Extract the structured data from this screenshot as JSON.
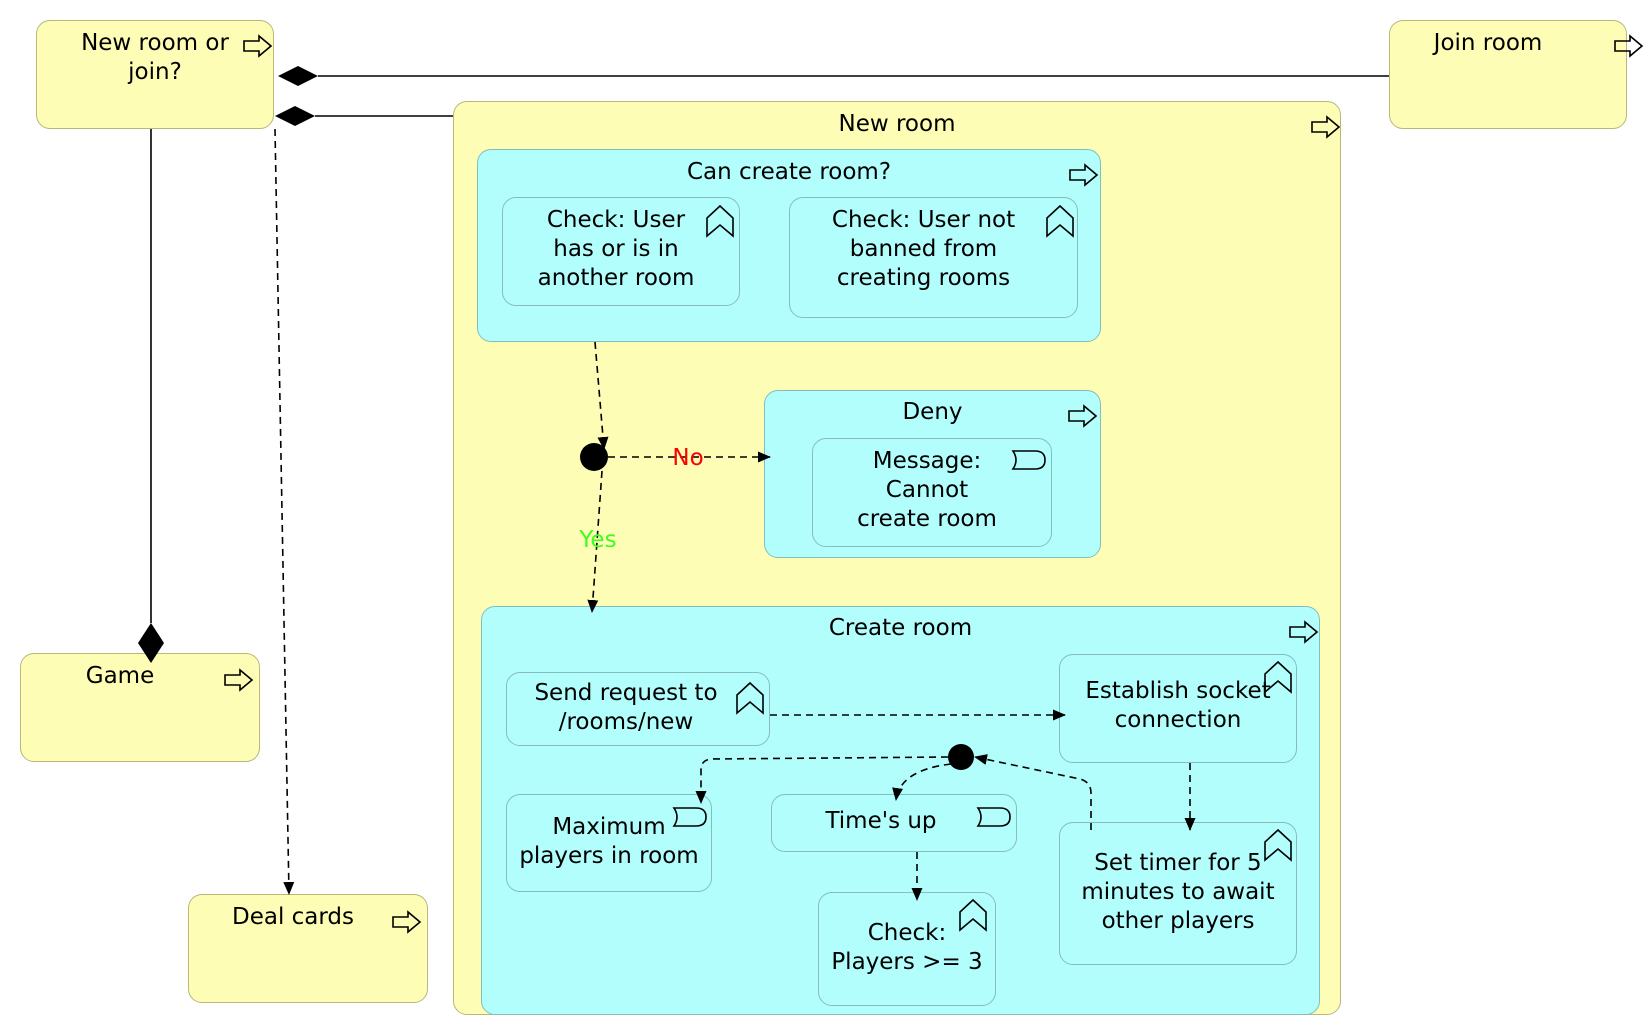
{
  "colors": {
    "function_fill": "#fdfdb6",
    "process_fill": "#b2fefd",
    "no_label": "#ff0000",
    "yes_label": "#3cff1e"
  },
  "nodes": {
    "new_room_or_join": {
      "label": "New room or\njoin?",
      "icon": "process-arrow-icon"
    },
    "join_room": {
      "label": "Join room",
      "icon": "process-arrow-icon"
    },
    "new_room": {
      "label": "New room",
      "icon": "process-arrow-icon"
    },
    "can_create_room": {
      "label": "Can create room?",
      "icon": "process-arrow-icon"
    },
    "check_user_room": {
      "label": "Check: User\nhas or is in\nanother room",
      "icon": "function-chevron-icon"
    },
    "check_user_banned": {
      "label": "Check: User not\nbanned from\ncreating rooms",
      "icon": "function-chevron-icon"
    },
    "deny": {
      "label": "Deny",
      "icon": "process-arrow-icon"
    },
    "message_cannot_create": {
      "label": "Message:\nCannot\ncreate room",
      "icon": "event-icon"
    },
    "create_room": {
      "label": "Create room",
      "icon": "process-arrow-icon"
    },
    "send_request": {
      "label": "Send request to\n/rooms/new",
      "icon": "function-chevron-icon"
    },
    "establish_socket": {
      "label": "Establish socket\nconnection",
      "icon": "function-chevron-icon"
    },
    "maximum_players": {
      "label": "Maximum\nplayers in room",
      "icon": "event-icon"
    },
    "times_up": {
      "label": "Time's up",
      "icon": "event-icon"
    },
    "set_timer": {
      "label": "Set timer for 5\nminutes to await\nother players",
      "icon": "function-chevron-icon"
    },
    "check_players": {
      "label": "Check:\nPlayers >= 3",
      "icon": "function-chevron-icon"
    },
    "game": {
      "label": "Game",
      "icon": "process-arrow-icon"
    },
    "deal_cards": {
      "label": "Deal cards",
      "icon": "process-arrow-icon"
    }
  },
  "edges": {
    "no_label": "No",
    "yes_label": "Yes"
  }
}
